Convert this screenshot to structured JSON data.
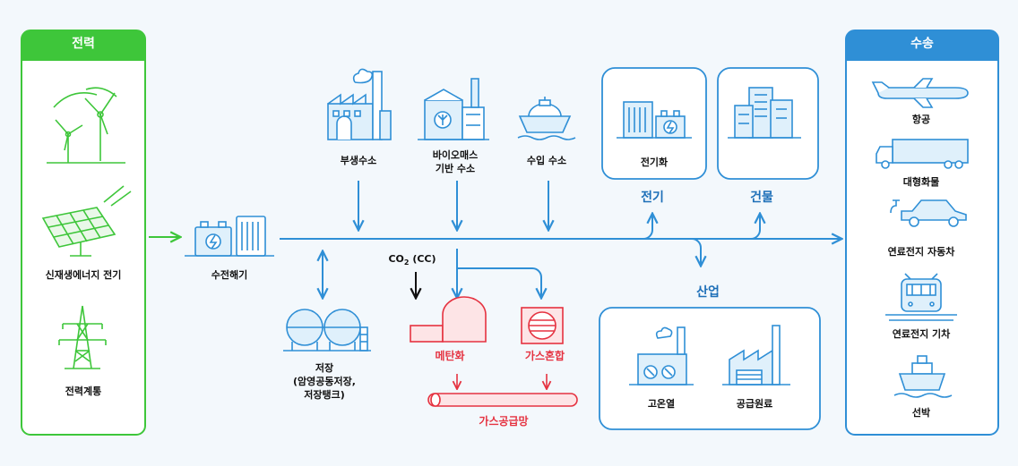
{
  "power": {
    "header": "전력",
    "items": [
      {
        "label": "신재생에너지 전기",
        "icon": "wind-turbine-icon"
      },
      {
        "label": "전력계통",
        "icon": "transmission-tower-icon"
      }
    ],
    "solar_icon": "solar-panel-icon"
  },
  "transport": {
    "header": "수송",
    "items": [
      {
        "label": "항공",
        "icon": "airplane-icon"
      },
      {
        "label": "대형화물",
        "icon": "truck-icon"
      },
      {
        "label": "연료전지 자동차",
        "icon": "car-icon"
      },
      {
        "label": "연료전지 기차",
        "icon": "train-icon"
      },
      {
        "label": "선박",
        "icon": "ship-icon"
      }
    ]
  },
  "sources": [
    {
      "label": "부생수소",
      "icon": "factory-icon"
    },
    {
      "label": "바이오매스\n기반 수소",
      "icon": "biomass-plant-icon"
    },
    {
      "label": "수입 수소",
      "icon": "lng-ship-icon"
    }
  ],
  "electrolysis": {
    "label": "수전해기",
    "icon": "electrolyzer-icon"
  },
  "storage": {
    "label": "저장\n(암영공동저장,\n저장탱크)",
    "icon": "storage-tank-icon"
  },
  "co2": {
    "label": "CO",
    "sub": "2",
    "suffix": " (CC)"
  },
  "methanation": {
    "label": "메탄화",
    "icon": "methanation-icon"
  },
  "gas_mixing": {
    "label": "가스혼합",
    "icon": "gas-mixing-icon"
  },
  "gas_grid": {
    "label": "가스공급망",
    "icon": "gas-pipe-icon"
  },
  "electricity": {
    "title": "전기",
    "item": "전기화",
    "icon": "battery-cabinet-icon"
  },
  "building": {
    "title": "건물",
    "icon": "buildings-icon"
  },
  "industry": {
    "title": "산업",
    "items": [
      {
        "label": "고온열",
        "icon": "furnace-factory-icon"
      },
      {
        "label": "공급원료",
        "icon": "feedstock-factory-icon"
      }
    ]
  },
  "colors": {
    "green": "#3ec63a",
    "blue": "#2f8fd6",
    "red": "#e53240",
    "dark_blue": "#1d6fb8"
  }
}
